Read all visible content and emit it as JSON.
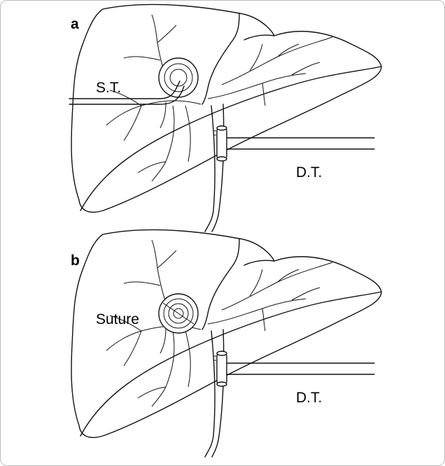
{
  "figure": {
    "panels": [
      {
        "letter": "a",
        "tube_labels": [
          "S.T.",
          "D.T."
        ]
      },
      {
        "letter": "b",
        "tube_labels": [
          "Suture",
          "D.T."
        ]
      }
    ]
  },
  "icons": {
    "liver": "liver-outline-icon",
    "catheter": "drainage-tube-icon",
    "cyst": "cyst-circle-icon"
  },
  "colors": {
    "ink": "#111111",
    "frame": "#bdbdbd",
    "background": "#ffffff"
  }
}
